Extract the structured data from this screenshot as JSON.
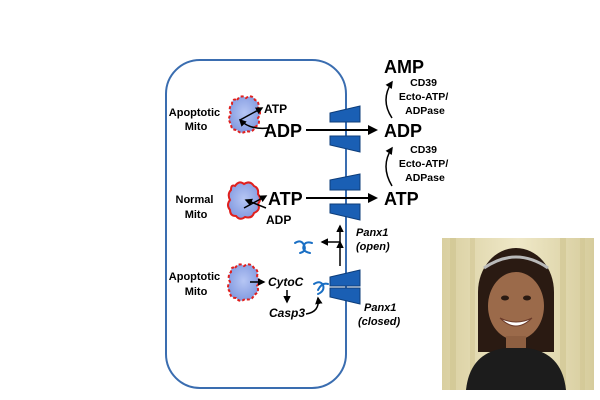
{
  "labels": {
    "apoptotic_mito_top": [
      "Apoptotic",
      "Mito"
    ],
    "normal_mito": [
      "Normal",
      "Mito"
    ],
    "apoptotic_mito_bottom": [
      "Apoptotic",
      "Mito"
    ],
    "atp_small_top": "ATP",
    "adp_big_inside": "ADP",
    "atp_big_inside": "ATP",
    "adp_small_inside": "ADP",
    "cytoc": "CytoC",
    "casp3": "Casp3",
    "amp_out": "AMP",
    "adp_out": "ADP",
    "atp_out": "ATP",
    "enzyme_top": [
      "CD39",
      "Ecto-ATP/",
      "ADPase"
    ],
    "enzyme_bottom": [
      "CD39",
      "Ecto-ATP/",
      "ADPase"
    ],
    "panx1_open": [
      "Panx1",
      "(open)"
    ],
    "panx1_closed": [
      "Panx1",
      "(closed)"
    ]
  },
  "colors": {
    "cell_border": "#3a6db0",
    "channel_fill": "#1a5fb4",
    "channel_stroke": "#0d3d7a",
    "mito_fill": "#8fa6e6",
    "mito_outline": "#e0201e",
    "cleaved_pannexin": "#1a6fc4"
  },
  "photo": {
    "description_icon": "person-photo"
  }
}
